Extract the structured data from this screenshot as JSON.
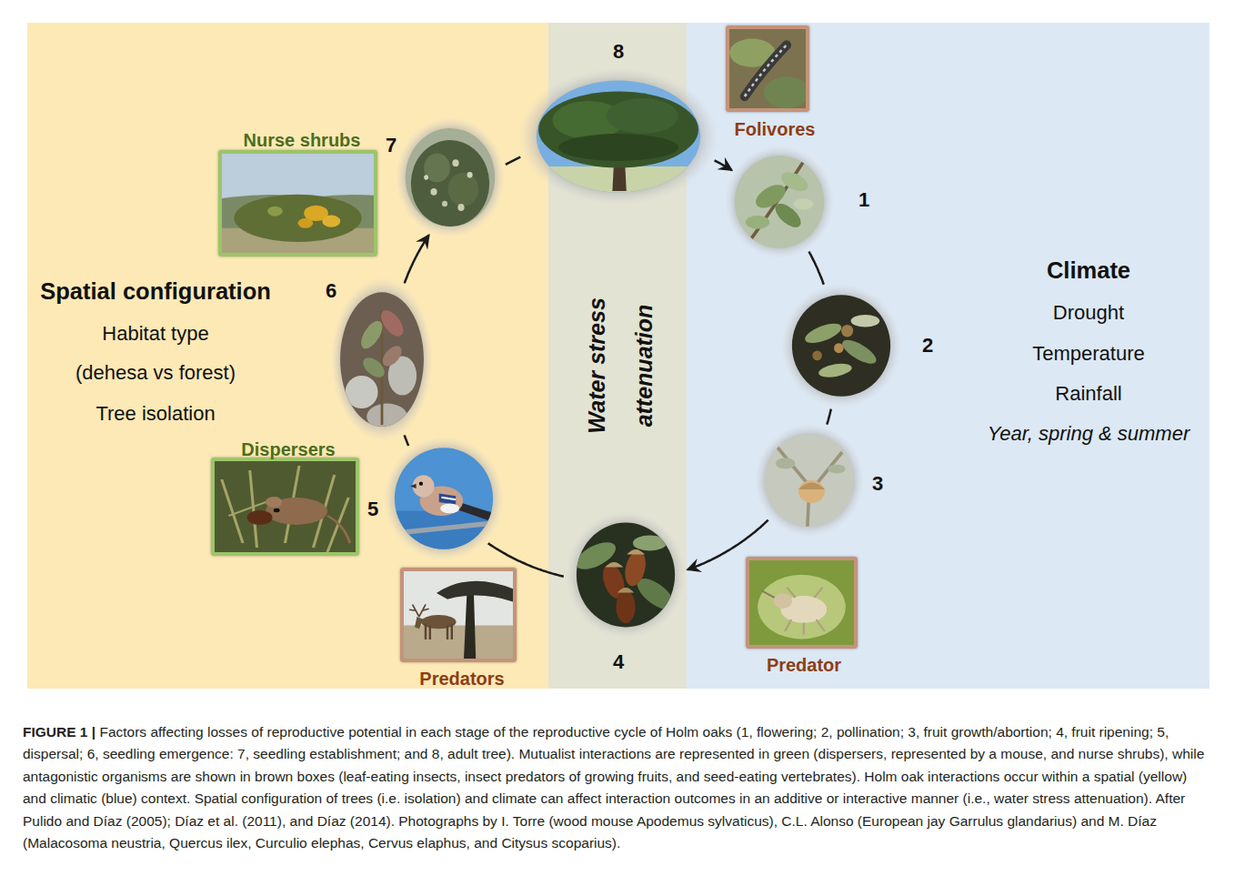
{
  "diagram": {
    "caption": "FIGURE 1 | Factors affecting losses of reproductive potential in each stage of the reproductive cycle of Holm oaks (1, flowering; 2, pollination; 3, fruit growth/abortion; 4, fruit ripening; 5, dispersal; 6, seedling emergence: 7, seedling establishment; and 8, adult tree). Mutualist interactions are represented in green (dispersers, represented by a mouse, and nurse shrubs), while antagonistic organisms are shown in brown boxes (leaf-eating insects, insect predators of growing fruits, and seed-eating vertebrates). Holm oak interactions occur within a spatial (yellow) and climatic (blue) context. Spatial configuration of trees (i.e. isolation) and climate can affect interaction outcomes in an additive or interactive manner (i.e., water stress attenuation). After Pulido and Díaz (2005); Díaz et al. (2011), and Díaz (2014). Photographs by I. Torre (wood mouse Apodemus sylvaticus), C.L. Alonso (European jay Garrulus glandarius) and M. Díaz (Malacosoma neustria, Quercus ilex, Curculio elephas, Cervus elaphus, and Citysus scoparius).",
    "nodes": [
      {
        "text": [
          "Spatial configuration",
          "Habitat type",
          "(dehesa vs forest)",
          "Tree isolation"
        ]
      },
      {
        "text": [
          "Water stress attenuation"
        ]
      },
      {
        "text": [
          "Climate",
          "Drought",
          "Temperature",
          "Rainfall",
          "Year, spring & summer"
        ]
      },
      {
        "text": [
          "1"
        ],
        "in": 2
      },
      {
        "text": [
          "2"
        ],
        "in": 2
      },
      {
        "text": [
          "3"
        ],
        "in": 2
      },
      {
        "text": [
          "4"
        ],
        "in": 1
      },
      {
        "text": [
          "5"
        ],
        "in": 0
      },
      {
        "text": [
          "6"
        ],
        "in": 0
      },
      {
        "text": [
          "7"
        ],
        "in": 0
      },
      {
        "text": [
          "8"
        ],
        "in": 1
      },
      {
        "text": [
          "Folivores"
        ],
        "in": 2
      },
      {
        "text": [
          "Predator"
        ],
        "in": 2
      },
      {
        "text": [
          "Predators"
        ],
        "in": 0
      },
      {
        "text": [
          "Dispersers"
        ],
        "in": 0
      },
      {
        "text": [
          "Nurse shrubs"
        ],
        "in": 0
      }
    ],
    "edges": [
      {
        "from": 10,
        "to": 3,
        "arrow": "to"
      },
      {
        "from": 3,
        "to": 4,
        "arrow": "none"
      },
      {
        "from": 4,
        "to": 5,
        "arrow": "none"
      },
      {
        "from": 5,
        "to": 6,
        "arrow": "to"
      },
      {
        "from": 6,
        "to": 7,
        "arrow": "none"
      },
      {
        "from": 7,
        "to": 8,
        "arrow": "none"
      },
      {
        "from": 8,
        "to": 9,
        "arrow": "to"
      },
      {
        "from": 9,
        "to": 10,
        "arrow": "none"
      }
    ]
  }
}
